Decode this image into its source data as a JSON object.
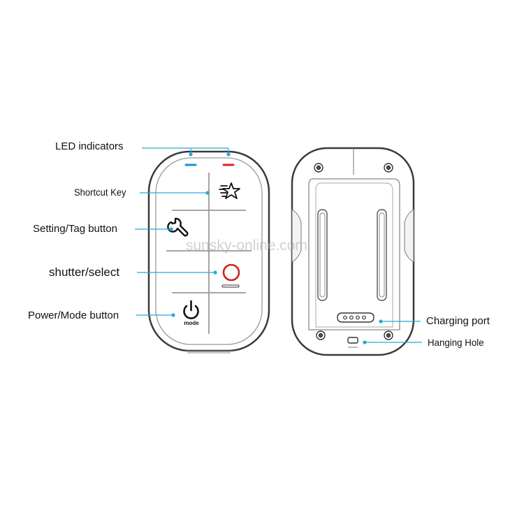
{
  "labels": {
    "led_indicators": "LED indicators",
    "shortcut_key": "Shortcut Key",
    "setting_tag_button": "Setting/Tag button",
    "shutter_select": "shutter/select",
    "power_mode_button": "Power/Mode button",
    "charging_port": "Charging port",
    "hanging_hole": "Hanging Hole"
  },
  "power_button_caption": "mode",
  "watermark": "sunsky-online.com",
  "colors": {
    "leader_line": "#29a8d6",
    "led_blue": "#1e8fd8",
    "led_red": "#e02020",
    "shutter_ring": "#d71e1e",
    "device_outline": "#3a3a3a",
    "label_text": "#111111"
  },
  "icons": {
    "shortcut": "star-speed-icon",
    "setting": "wrench-icon",
    "shutter": "record-circle-icon",
    "power": "power-icon"
  }
}
